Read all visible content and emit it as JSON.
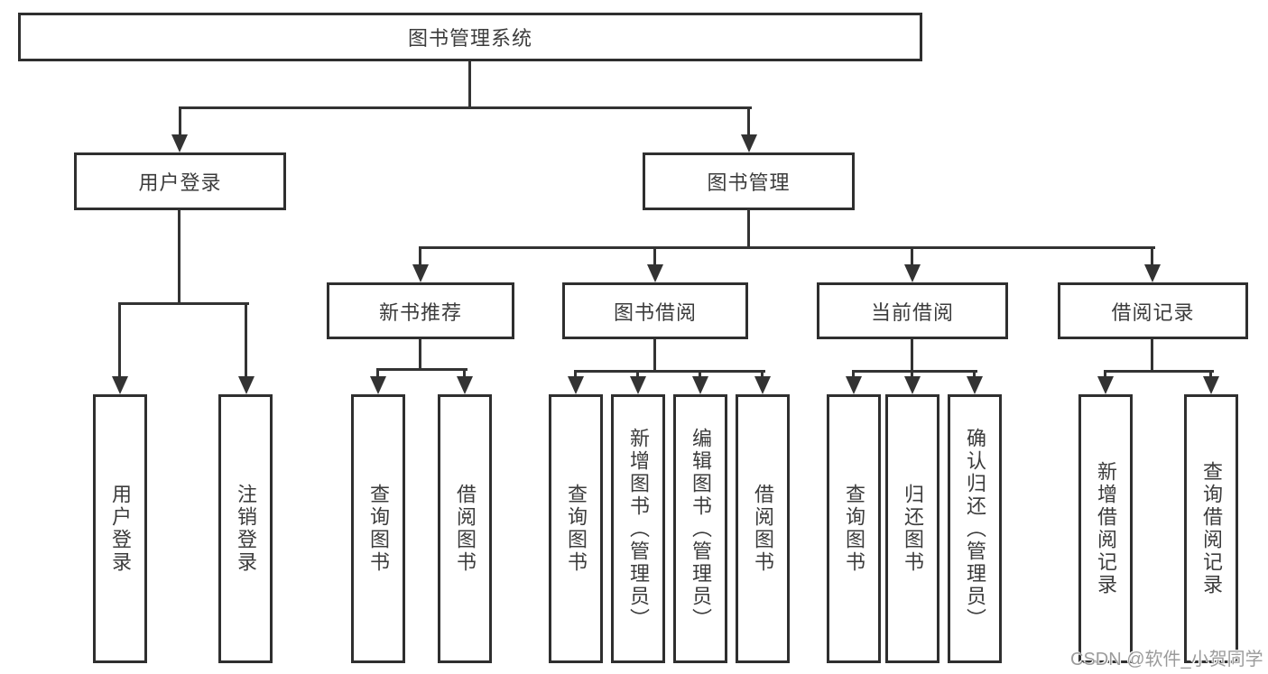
{
  "diagram": {
    "nodes": {
      "root": "图书管理系统",
      "user_login": "用户登录",
      "book_mgmt": "图书管理",
      "new_books": "新书推荐",
      "book_borrow": "图书借阅",
      "current_borrow": "当前借阅",
      "borrow_records": "借阅记录"
    },
    "leaves": {
      "user_login": [
        "用户登录",
        "注销登录"
      ],
      "new_books": [
        "查询图书",
        "借阅图书"
      ],
      "book_borrow": [
        "查询图书",
        "新增图书（管理员）",
        "编辑图书（管理员）",
        "借阅图书"
      ],
      "current_borrow": [
        "查询图书",
        "归还图书",
        "确认归还（管理员）"
      ],
      "borrow_records": [
        "新增借阅记录",
        "查询借阅记录"
      ]
    },
    "watermark": "CSDN @软件_小贺同学",
    "colors": {
      "line": "#333333",
      "text": "#3c3c3c",
      "watermark": "#9b9b9b",
      "background": "#ffffff"
    }
  }
}
